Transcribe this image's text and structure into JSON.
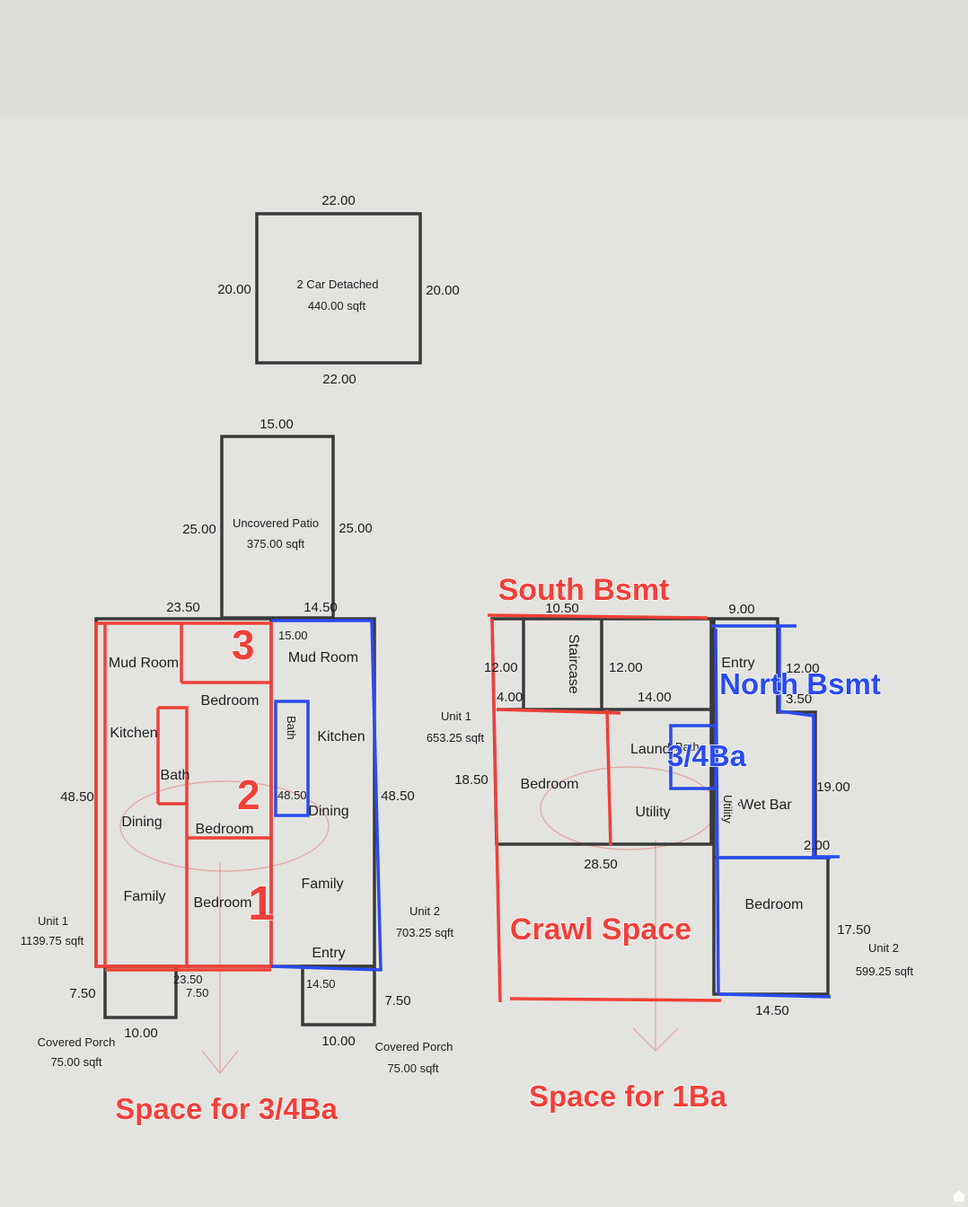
{
  "garage": {
    "top": "22.00",
    "bottom": "22.00",
    "left": "20.00",
    "right": "20.00",
    "name": "2 Car Detached",
    "area": "440.00 sqft"
  },
  "patio": {
    "top": "15.00",
    "left": "25.00",
    "right": "25.00",
    "name": "Uncovered Patio",
    "area": "375.00 sqft"
  },
  "main_floor": {
    "top_left": "23.50",
    "top_right": "14.50",
    "inner_top": "15.00",
    "left_side": "48.50",
    "right_side": "48.50",
    "inner_side": "48.50",
    "bottom_mid": "23.50",
    "bottom_right": "14.50",
    "porch_left": "7.50",
    "porch_mid": "7.50",
    "porch_right": "7.50",
    "porch_left_bottom": "10.00",
    "porch_right_bottom": "10.00",
    "rooms": {
      "mud_room_left": "Mud Room",
      "mud_room_right": "Mud Room",
      "bedroom_1": "Bedroom",
      "bedroom_2": "Bedroom",
      "bedroom_3": "Bedroom",
      "kitchen_left": "Kitchen",
      "kitchen_right": "Kitchen",
      "bath_left": "Bath",
      "bath_right": "Bath",
      "dining_left": "Dining",
      "dining_right": "Dining",
      "family_left": "Family",
      "family_right": "Family",
      "entry": "Entry"
    },
    "unit1_label": "Unit 1",
    "unit1_area": "1139.75 sqft",
    "unit2_label": "Unit 2",
    "unit2_area": "703.25 sqft",
    "porch_left_label": "Covered Porch",
    "porch_left_area": "75.00 sqft",
    "porch_right_label": "Covered Porch",
    "porch_right_area": "75.00 sqft",
    "markers": {
      "one": "1",
      "two": "2",
      "three": "3"
    },
    "annotation": "Space for 3/4Ba"
  },
  "basement": {
    "top_left": "10.50",
    "top_right": "9.00",
    "dim_12a": "12.00",
    "dim_4": "4.00",
    "dim_12b": "12.00",
    "dim_14": "14.00",
    "dim_12c": "12.00",
    "dim_3_50": "3.50",
    "dim_18_50": "18.50",
    "dim_19": "19.00",
    "dim_2": "2.00",
    "dim_28_50": "28.50",
    "dim_17_50": "17.50",
    "dim_14_50": "14.50",
    "rooms": {
      "staircase": "Staircase",
      "bedroom_left": "Bedroom",
      "laundry": "Laundry",
      "bath": "Bath",
      "utility": "Utility",
      "utility_vertical": "Utility",
      "entry": "Entry",
      "wet_bar": "Wet Bar",
      "bedroom_right": "Bedroom"
    },
    "unit1_label": "Unit 1",
    "unit1_area": "653.25 sqft",
    "unit2_label": "Unit 2",
    "unit2_area": "599.25 sqft",
    "south_label": "South Bsmt",
    "north_label": "North Bsmt",
    "crawl_label": "Crawl Space",
    "three_quarter_ba": "3/4Ba",
    "annotation": "Space for 1Ba"
  },
  "colors": {
    "red": "#f0403a",
    "blue": "#2a4bf0",
    "wall": "#3a3a3a",
    "paper": "#e3e3df"
  }
}
